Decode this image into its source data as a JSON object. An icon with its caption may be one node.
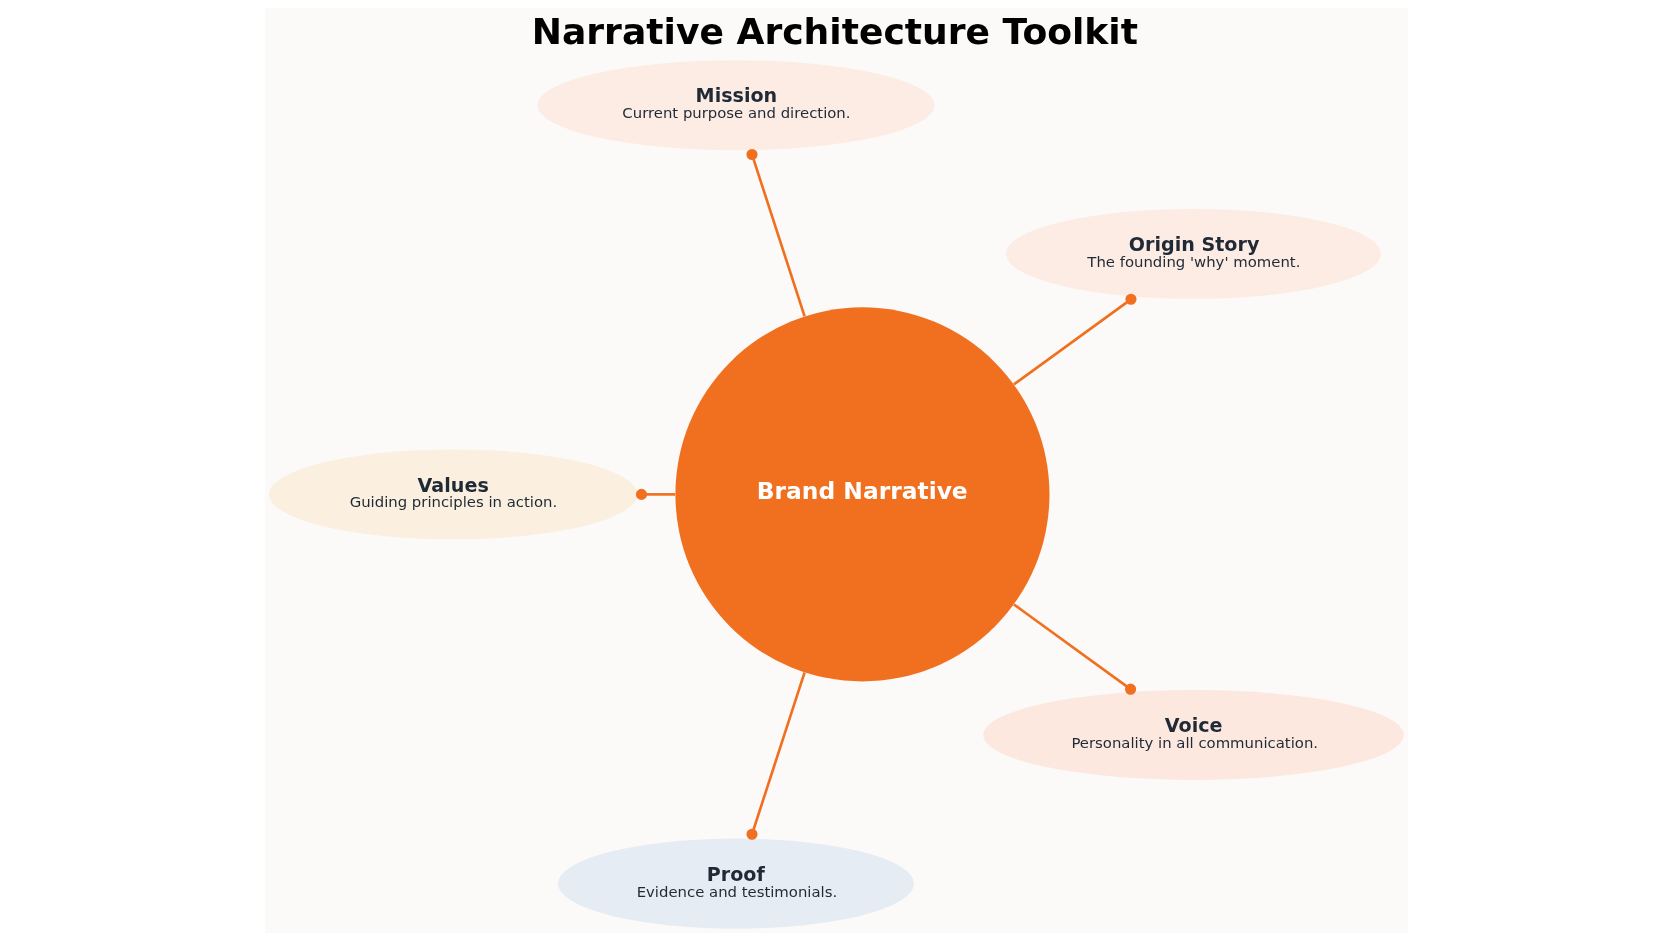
{
  "diagram": {
    "title": "Narrative Architecture Toolkit",
    "nodes": [
      {
        "text": [
          "Origin Story",
          "The founding 'why' moment."
        ]
      },
      {
        "text": [
          "Mission",
          "Current purpose and direction."
        ]
      },
      {
        "text": [
          "Brand Narrative"
        ]
      },
      {
        "text": [
          "Values",
          "Guiding principles in action."
        ]
      },
      {
        "text": [
          "Proof",
          "Evidence and testimonials."
        ]
      },
      {
        "text": [
          "Voice",
          "Personality in all communication."
        ]
      }
    ],
    "edges": [
      {
        "from": 2,
        "to": 0,
        "arrow": "other"
      },
      {
        "from": 2,
        "to": 1,
        "arrow": "other"
      },
      {
        "from": 2,
        "to": 3,
        "arrow": "other"
      },
      {
        "from": 2,
        "to": 4,
        "arrow": "other"
      },
      {
        "from": 2,
        "to": 5,
        "arrow": "other"
      }
    ]
  }
}
